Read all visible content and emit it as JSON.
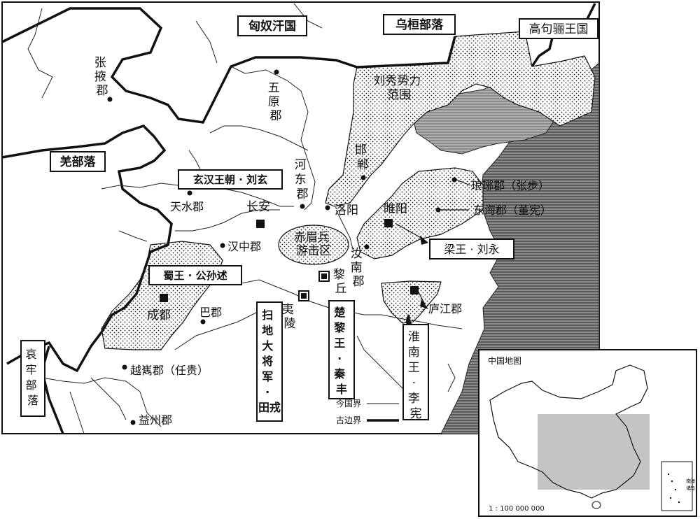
{
  "map": {
    "regions": {
      "xiongnu": "匈奴汗国",
      "wuhuan": "乌桓部落",
      "goguryeo": "高句骊王国",
      "qiang": "羌部落",
      "ailao": "哀牢部落",
      "liu_xiu": "刘秀势力范围",
      "xuan_han": "玄汉王朝 · 刘玄",
      "chimei": "赤眉兵游击区",
      "shu": "蜀王 · 公孙述",
      "liang": "梁王 · 刘永",
      "chu_li": "楚黎王 · 秦丰",
      "sao_di": "扫地大将军 · 田戎",
      "huainan": "淮南王 · 李宪"
    },
    "places": {
      "zhangye": "张掖郡",
      "wuyuan": "五原郡",
      "hedong": "河东郡",
      "handan": "邯郸",
      "tianshui": "天水郡",
      "changan": "长安",
      "luoyang": "洛阳",
      "suiyang": "睢阳",
      "langya": "琅琊郡（张步）",
      "donghai": "东海郡（董宪）",
      "hanzhong": "汉中郡",
      "runan": "汝南郡",
      "lijiu": "黎丘",
      "chengdu": "成都",
      "bajun": "巴郡",
      "yiling": "夷陵",
      "lujiang": "庐江郡",
      "yuexi": "越嶲郡（任贵）",
      "yizhou": "益州郡"
    },
    "legend": {
      "modern": "今国界",
      "ancient": "古边界"
    }
  },
  "inset": {
    "title": "中国地图",
    "scale": "1 : 100 000 000",
    "islands": "南海诸岛"
  }
}
